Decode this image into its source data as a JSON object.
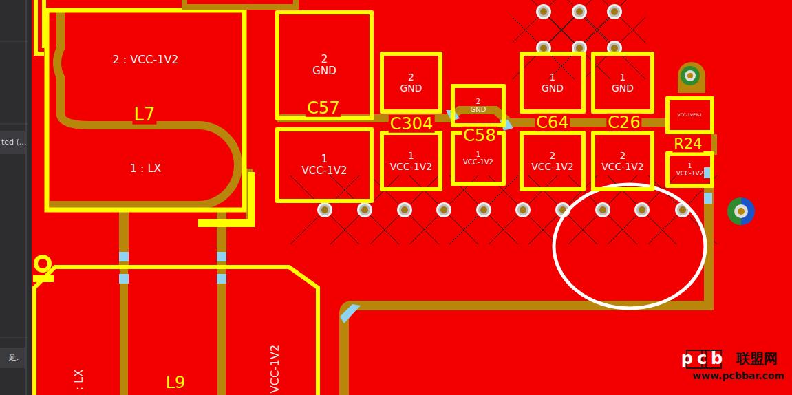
{
  "diagram": {
    "nodes": [
      {
        "text": [
          "2 : VCC-1V2"
        ]
      },
      {
        "text": [
          "1 : LX"
        ]
      },
      {
        "text": [
          "2",
          "GND"
        ]
      },
      {
        "text": [
          "1",
          "VCC-1V2"
        ]
      },
      {
        "text": [
          "2",
          "GND"
        ]
      },
      {
        "text": [
          "1",
          "VCC-1V2"
        ]
      },
      {
        "text": [
          "2",
          "GND"
        ]
      },
      {
        "text": [
          "1",
          "VCC-1V2"
        ]
      },
      {
        "text": [
          "1",
          "GND"
        ]
      },
      {
        "text": [
          "2",
          "VCC-1V2"
        ]
      },
      {
        "text": [
          "1",
          "GND"
        ]
      },
      {
        "text": [
          "2",
          "VCC-1V2"
        ]
      },
      {
        "text": [
          "VCC-1VEP-1"
        ]
      },
      {
        "text": [
          "1",
          "VCC-1V2"
        ]
      }
    ],
    "labels": [
      "L7",
      "C57",
      "C304",
      "C58",
      "C64",
      "C26",
      "R24",
      ": LX",
      "L9",
      "VCC-1V2",
      "ted (...",
      "延.",
      "pcb",
      "联盟网",
      "www.pcbbar.com"
    ]
  }
}
